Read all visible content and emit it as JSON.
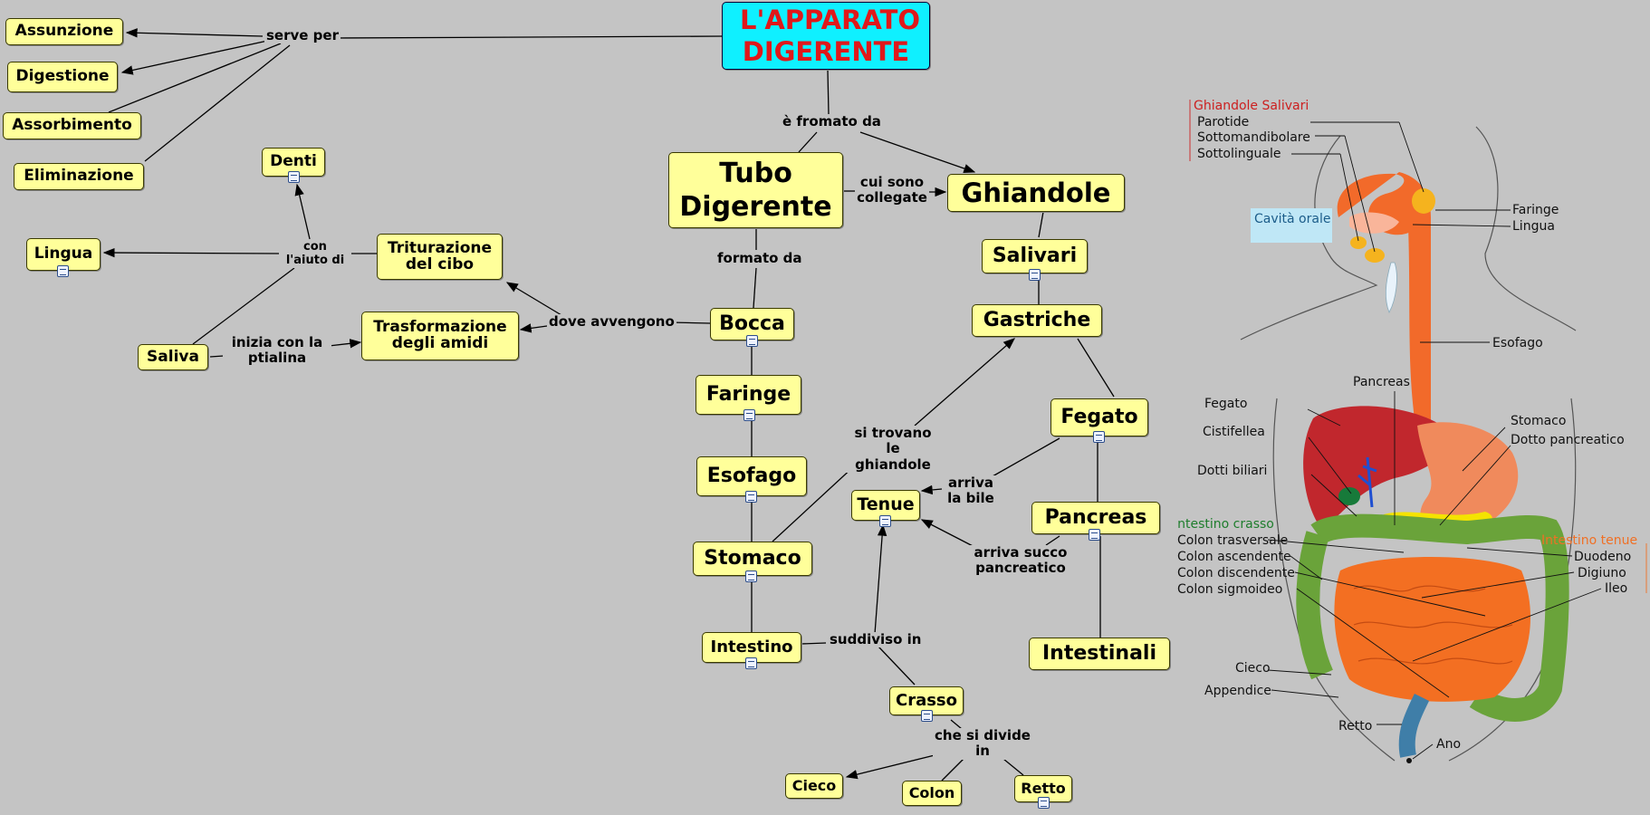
{
  "concept_map": {
    "title": "L'APPARATO DIGERENTE",
    "nodes": {
      "assunzione": "Assunzione",
      "digestione": "Digestione",
      "assorbimento": "Assorbimento",
      "eliminazione": "Eliminazione",
      "denti": "Denti",
      "lingua": "Lingua",
      "triturazione": "Triturazione del cibo",
      "trasformazione": "Trasformazione degli amidi",
      "saliva": "Saliva",
      "tubo": "Tubo Digerente",
      "ghiandole": "Ghiandole",
      "salivari": "Salivari",
      "gastriche": "Gastriche",
      "fegato": "Fegato",
      "pancreas": "Pancreas",
      "intestinali": "Intestinali",
      "bocca": "Bocca",
      "faringe": "Faringe",
      "esofago": "Esofago",
      "stomaco": "Stomaco",
      "intestino": "Intestino",
      "tenue": "Tenue",
      "crasso": "Crasso",
      "cieco": "Cieco",
      "colon": "Colon",
      "retto": "Retto"
    },
    "links": {
      "serve_per": "serve per",
      "e_formato_da": "è fromato da",
      "cui_sono_collegate": "cui sono collegate",
      "formato_da": "formato da",
      "dove_avvengono": "dove avvengono",
      "con_aiuto_di": "con l'aiuto di",
      "inizia_ptialina": "inizia con la ptialina",
      "si_trovano_ghiandole": "si trovano le ghiandole",
      "arriva_bile": "arriva la bile",
      "arriva_succo": "arriva succo pancreatico",
      "suddiviso_in": "suddiviso in",
      "che_si_divide_in": "che si divide in"
    }
  },
  "anatomy": {
    "group_salivari": "Ghiandole Salivari",
    "parotide": "Parotide",
    "sottomandibolare": "Sottomandibolare",
    "sottolinguale": "Sottolinguale",
    "cavita_orale": "Cavità orale",
    "faringe": "Faringe",
    "lingua": "Lingua",
    "esofago": "Esofago",
    "pancreas": "Pancreas",
    "fegato": "Fegato",
    "cistifellea": "Cistifellea",
    "dotti_biliari": "Dotti biliari",
    "stomaco": "Stomaco",
    "dotto_pancreatico": "Dotto pancreatico",
    "group_crasso": "Intestino crasso",
    "colon_trasversale": "Colon trasversale",
    "colon_ascendente": "Colon ascendente",
    "colon_discendente": "Colon discendente",
    "colon_sigmoideo": "Colon sigmoideo",
    "group_tenue": "Intestino tenue",
    "duodeno": "Duodeno",
    "digiuno": "Digiuno",
    "ileo": "Ileo",
    "cieco": "Cieco",
    "appendice": "Appendice",
    "retto": "Retto",
    "ano": "Ano"
  },
  "colors": {
    "background": "#c4c4c4",
    "node_fill": "#ffff9a",
    "title_fill": "#0ff0ff",
    "title_text": "#e0181a",
    "salivari_red": "#cc1f1f",
    "crasso_green": "#1e7d2c",
    "tenue_orange": "#f07025"
  }
}
